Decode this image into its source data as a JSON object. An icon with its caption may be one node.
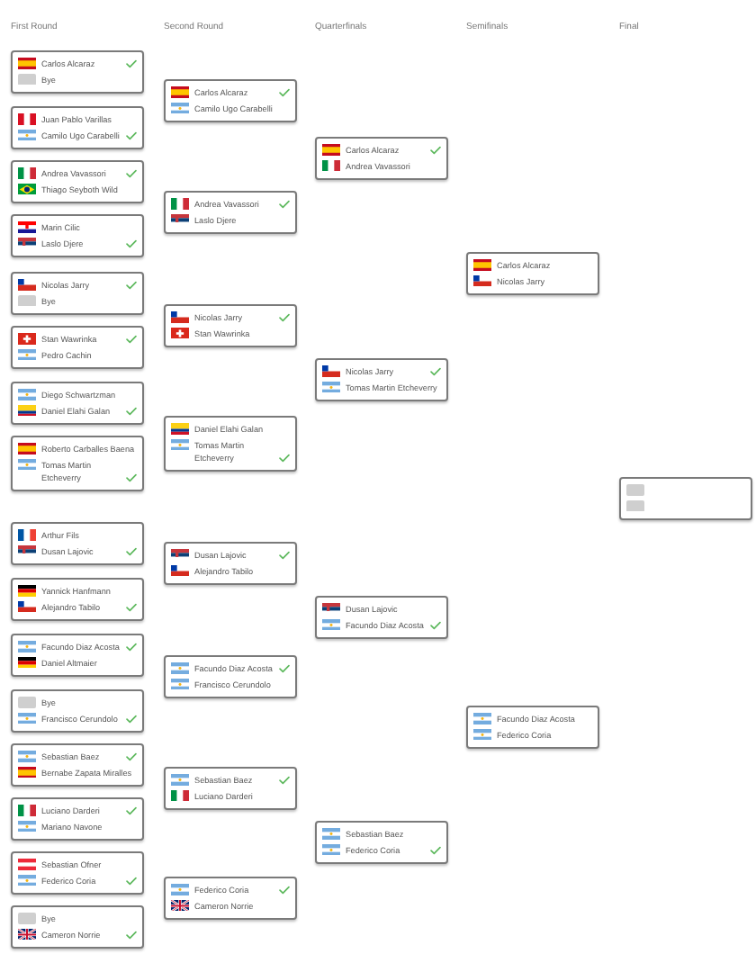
{
  "diagram": {
    "nodes": [
      {
        "text": [
          "Carlos Alcaraz",
          "Bye"
        ]
      },
      {
        "text": [
          "Juan Pablo Varillas",
          "Camilo Ugo Carabelli"
        ]
      },
      {
        "text": [
          "Andrea Vavassori",
          "Thiago Seyboth Wild"
        ]
      },
      {
        "text": [
          "Marin Cilic",
          "Laslo Djere"
        ]
      },
      {
        "text": [
          "Nicolas Jarry",
          "Bye"
        ]
      },
      {
        "text": [
          "Stan Wawrinka",
          "Pedro Cachin"
        ]
      },
      {
        "text": [
          "Diego Schwartzman",
          "Daniel Elahi Galan"
        ]
      },
      {
        "text": [
          "Roberto Carballes Baena",
          "Tomas Martin Etcheverry"
        ]
      },
      {
        "text": [
          "Arthur Fils",
          "Dusan Lajovic"
        ]
      },
      {
        "text": [
          "Yannick Hanfmann",
          "Alejandro Tabilo"
        ]
      },
      {
        "text": [
          "Facundo Diaz Acosta",
          "Daniel Altmaier"
        ]
      },
      {
        "text": [
          "Bye",
          "Francisco Cerundolo"
        ]
      },
      {
        "text": [
          "Sebastian Baez",
          "Bernabe Zapata Miralles"
        ]
      },
      {
        "text": [
          "Luciano Darderi",
          "Mariano Navone"
        ]
      },
      {
        "text": [
          "Sebastian Ofner",
          "Federico Coria"
        ]
      },
      {
        "text": [
          "Bye",
          "Cameron Norrie"
        ]
      },
      {
        "text": [
          "Carlos Alcaraz",
          "Camilo Ugo Carabelli"
        ]
      },
      {
        "text": [
          "Andrea Vavassori",
          "Laslo Djere"
        ]
      },
      {
        "text": [
          "Nicolas Jarry",
          "Stan Wawrinka"
        ]
      },
      {
        "text": [
          "Daniel Elahi Galan",
          "Tomas Martin Etcheverry"
        ]
      },
      {
        "text": [
          "Dusan Lajovic",
          "Alejandro Tabilo"
        ]
      },
      {
        "text": [
          "Facundo Diaz Acosta",
          "Francisco Cerundolo"
        ]
      },
      {
        "text": [
          "Sebastian Baez",
          "Luciano Darderi"
        ]
      },
      {
        "text": [
          "Federico Coria",
          "Cameron Norrie"
        ]
      },
      {
        "text": [
          "Carlos Alcaraz",
          "Andrea Vavassori"
        ]
      },
      {
        "text": [
          "Nicolas Jarry",
          "Tomas Martin Etcheverry"
        ]
      },
      {
        "text": [
          "Dusan Lajovic",
          "Facundo Diaz Acosta"
        ]
      },
      {
        "text": [
          "Sebastian Baez",
          "Federico Coria"
        ]
      },
      {
        "text": [
          "Carlos Alcaraz",
          "Nicolas Jarry"
        ]
      },
      {
        "text": [
          "Facundo Diaz Acosta",
          "Federico Coria"
        ]
      },
      {
        "text": [],
        "shape": "box"
      }
    ],
    "labels": [
      "First Round",
      "Second Round",
      "Quarterfinals",
      "Semifinals",
      "Final"
    ]
  }
}
